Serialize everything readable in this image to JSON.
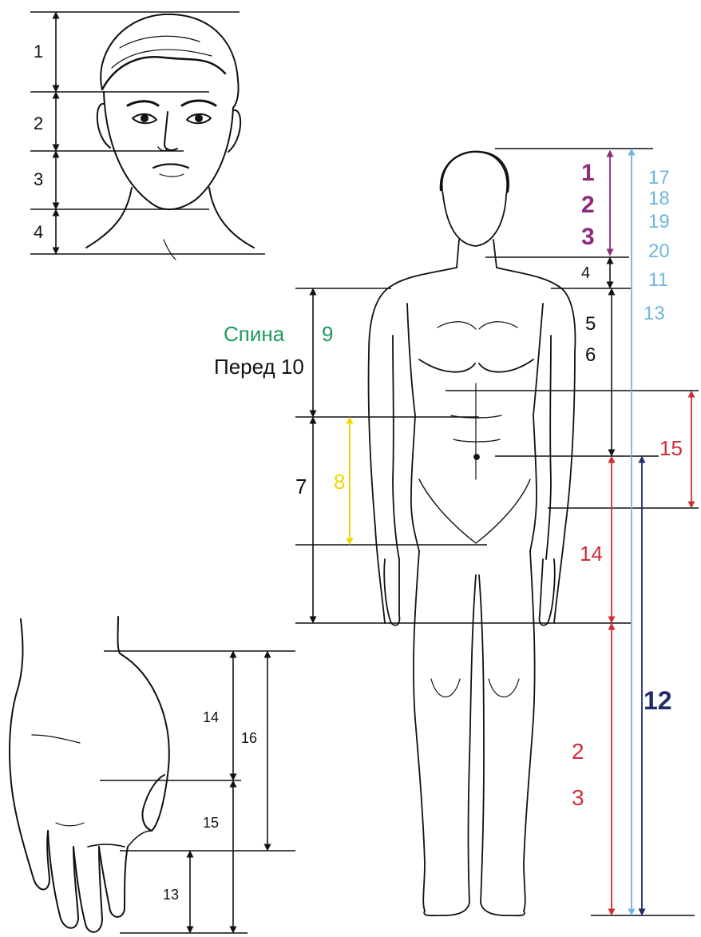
{
  "colors": {
    "ink": "#111111",
    "purple": "#8b2c7e",
    "light_blue": "#6fb6dd",
    "green": "#1f9a5a",
    "red": "#d02d36",
    "navy": "#1f2d6b",
    "yellow": "#f0d800"
  },
  "head": {
    "labels": [
      "1",
      "2",
      "3",
      "4"
    ]
  },
  "body": {
    "purple_labels": [
      "1",
      "2",
      "3"
    ],
    "light_blue_labels": [
      "17",
      "18",
      "19",
      "20",
      "11",
      "13"
    ],
    "neck_label": "4",
    "torso_labels": [
      "5",
      "6"
    ],
    "back_text": "Спина",
    "back_number": "9",
    "front_text": "Перед 10",
    "waist_label": "7",
    "yellow_label": "8",
    "red_labels": [
      "15",
      "14",
      "2",
      "3"
    ],
    "navy_label": "12"
  },
  "hand": {
    "labels": [
      "14",
      "16",
      "15",
      "13"
    ]
  }
}
